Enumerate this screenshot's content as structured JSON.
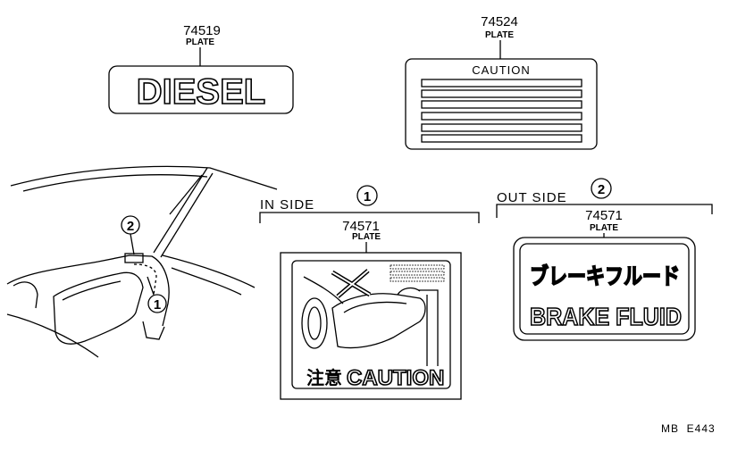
{
  "parts": {
    "diesel": {
      "number": "74519",
      "name": "PLATE",
      "label_text": "DIESEL"
    },
    "caution": {
      "number": "74524",
      "name": "PLATE",
      "label_text": "CAUTION"
    },
    "inside": {
      "side_label": "IN SIDE",
      "callout": "1",
      "number": "74571",
      "name": "PLATE",
      "jp_text": "注意",
      "label_text": "CAUTION"
    },
    "outside": {
      "side_label": "OUT SIDE",
      "callout": "2",
      "number": "74571",
      "name": "PLATE",
      "jp_text": "ブレーキフルード",
      "label_text": "BRAKE FLUID"
    }
  },
  "car_callouts": {
    "upper": "2",
    "lower": "1"
  },
  "ref_code": "MB  E443"
}
